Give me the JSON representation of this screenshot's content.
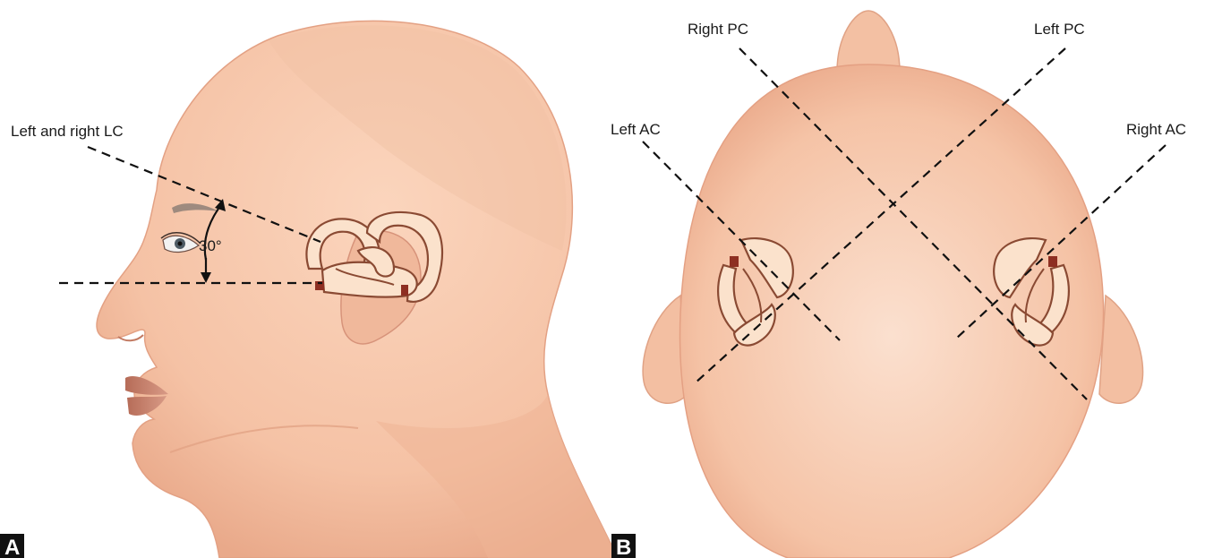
{
  "panel_a": {
    "letter": "A",
    "label_lc": "Left and right LC",
    "angle": "30°"
  },
  "panel_b": {
    "letter": "B",
    "label_right_pc": "Right PC",
    "label_left_pc": "Left PC",
    "label_left_ac": "Left AC",
    "label_right_ac": "Right AC"
  },
  "colors": {
    "skin": "#f6c8ad",
    "skin_shadow": "#e8a889",
    "lip": "#c7826c",
    "canal_fill": "#fbe2cc",
    "canal_stroke": "#8a4a33",
    "ampulla": "#8e2f22"
  }
}
